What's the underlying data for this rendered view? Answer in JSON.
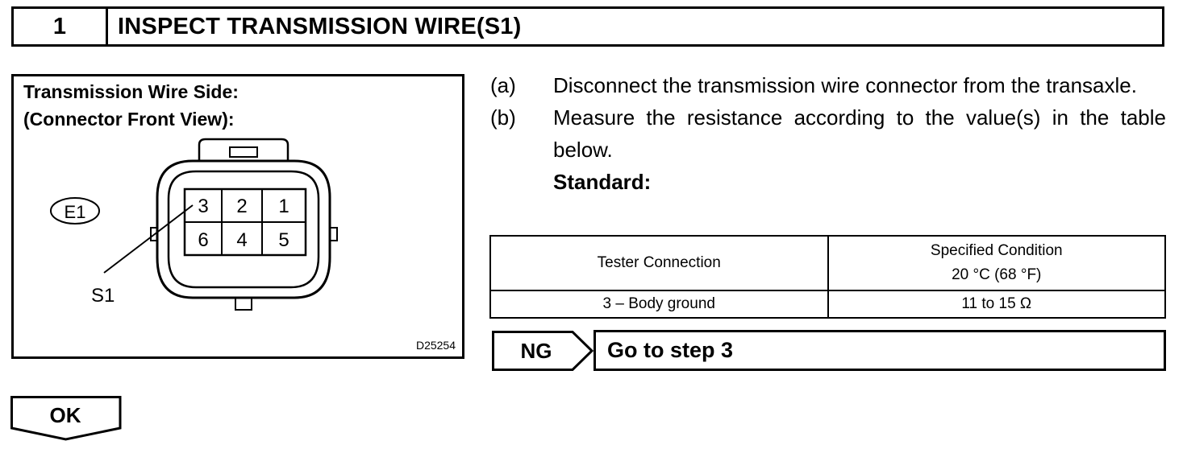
{
  "header": {
    "step_number": "1",
    "title": "INSPECT TRANSMISSION WIRE(S1)"
  },
  "figure": {
    "line1": "Transmission Wire Side:",
    "line2": "(Connector Front View):",
    "connector_label": "E1",
    "pins": {
      "p3": "3",
      "p2": "2",
      "p1": "1",
      "p6": "6",
      "p4": "4",
      "p5": "5"
    },
    "callout": "S1",
    "code": "D25254"
  },
  "steps": [
    {
      "label": "(a)",
      "text": "Disconnect the transmission wire connector from the transaxle."
    },
    {
      "label": "(b)",
      "text": "Measure the resistance according to the value(s) in the table below."
    }
  ],
  "standard_label": "Standard:",
  "table": {
    "col1_header": "Tester Connection",
    "col2_header_line1": "Specified Condition",
    "col2_header_line2": "20 °C (68 °F)",
    "rows": [
      {
        "connection": "3 – Body ground",
        "condition": "11 to 15 Ω"
      }
    ]
  },
  "ng": {
    "label": "NG",
    "action": "Go to step 3"
  },
  "ok": {
    "label": "OK"
  }
}
